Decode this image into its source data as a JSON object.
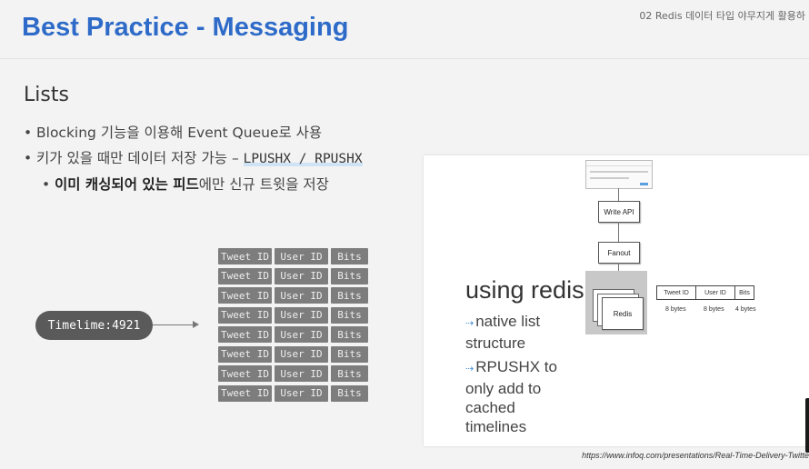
{
  "slide": {
    "title": "Best Practice - Messaging",
    "header_note": "02 Redis 데이터 타입 야무지게 활용하"
  },
  "section": {
    "title": "Lists"
  },
  "bullets": {
    "b1": "Blocking 기능을 이용해 Event Queue로 사용",
    "b2_prefix": "키가 있을 때만 데이터 저장 가능 – ",
    "b2_cmd1": "LPUSHX",
    "b2_sep": " / ",
    "b2_cmd2": "RPUSHX",
    "b3_bold1": "이미 캐싱되어 있는 피드",
    "b3_rest": "에만 신규 트윗을 저장"
  },
  "diagram": {
    "timeline_label": "Timelime:4921",
    "row_cells": [
      "Tweet ID",
      "User ID",
      "Bits"
    ],
    "row_count": 8
  },
  "image": {
    "write_api": "Write API",
    "fanout": "Fanout",
    "redis": "Redis",
    "heading": "using redis",
    "point1": "native list structure",
    "point2": "RPUSHX to only add to cached timelines",
    "table_headers": [
      "Tweet ID",
      "User ID",
      "Bits"
    ],
    "byte_labels": [
      "8 bytes",
      "8 bytes",
      "4 bytes"
    ]
  },
  "source_url": "https://www.infoq.com/presentations/Real-Time-Delivery-Twitte"
}
